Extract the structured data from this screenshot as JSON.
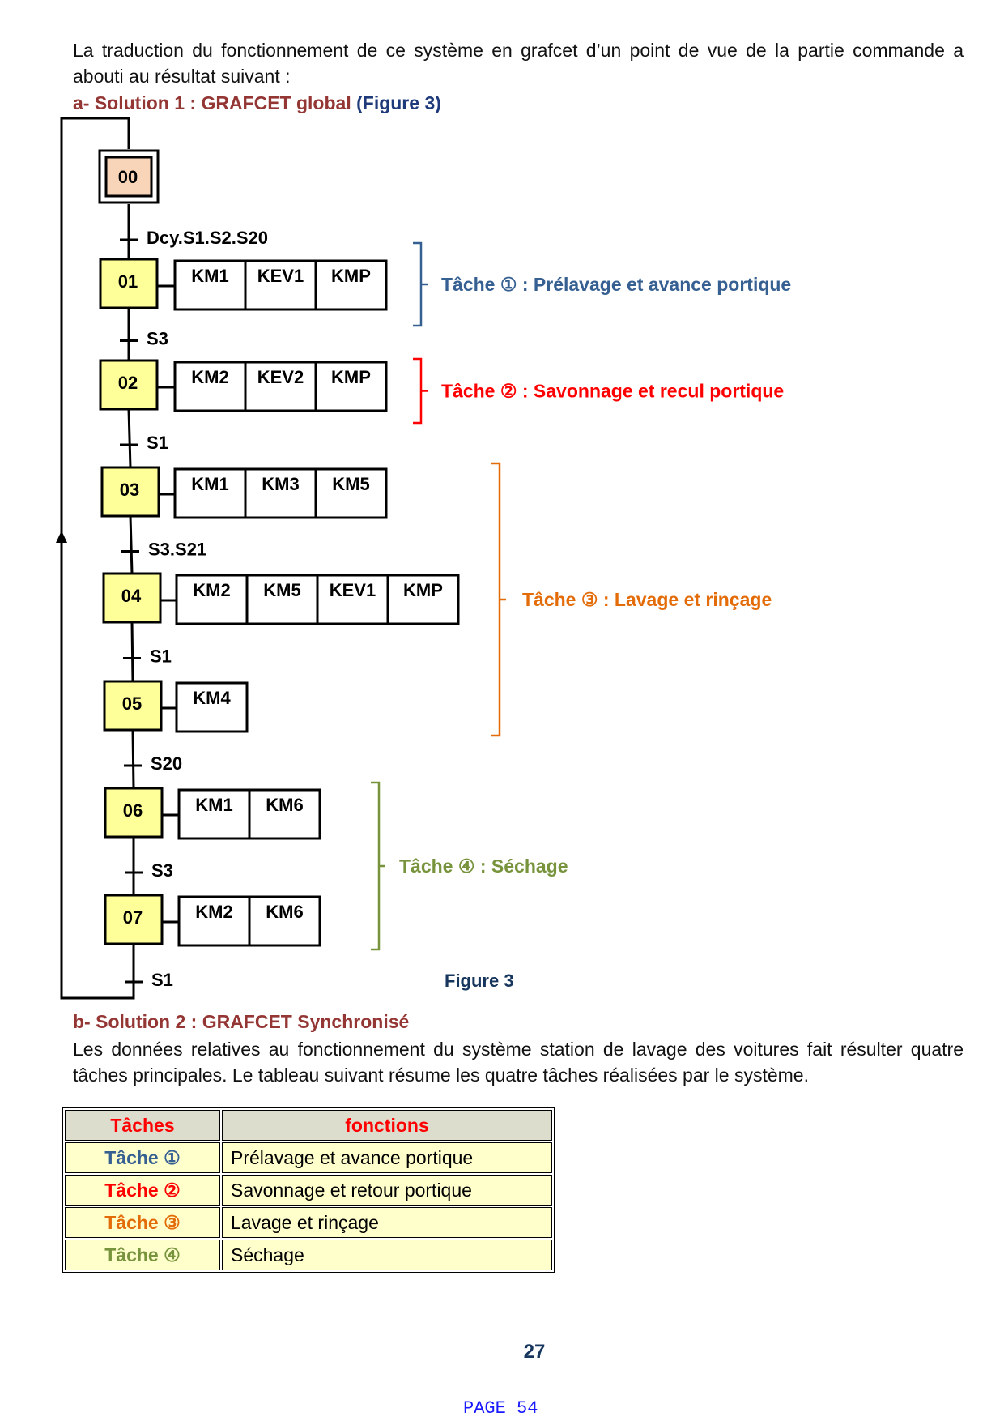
{
  "intro": {
    "paragraph": "La traduction du fonctionnement de ce système en grafcet d’un point de vue de la partie commande a abouti au résultat suivant :",
    "solution1_heading": "a- Solution 1 : GRAFCET global",
    "solution1_figref": "(Figure 3)"
  },
  "grafcet": {
    "figure_caption": "Figure 3",
    "steps": [
      {
        "id": "00",
        "initial": true,
        "actions": []
      },
      {
        "id": "01",
        "initial": false,
        "actions": [
          "KM1",
          "KEV1",
          "KMP"
        ]
      },
      {
        "id": "02",
        "initial": false,
        "actions": [
          "KM2",
          "KEV2",
          "KMP"
        ]
      },
      {
        "id": "03",
        "initial": false,
        "actions": [
          "KM1",
          "KM3",
          "KM5"
        ]
      },
      {
        "id": "04",
        "initial": false,
        "actions": [
          "KM2",
          "KM5",
          "KEV1",
          "KMP"
        ]
      },
      {
        "id": "05",
        "initial": false,
        "actions": [
          "KM4"
        ]
      },
      {
        "id": "06",
        "initial": false,
        "actions": [
          "KM1",
          "KM6"
        ]
      },
      {
        "id": "07",
        "initial": false,
        "actions": [
          "KM2",
          "KM6"
        ]
      }
    ],
    "transitions": [
      "Dcy.S1.S2.S20",
      "S3",
      "S1",
      "S3.S21",
      "S1",
      "S20",
      "S3",
      "S1"
    ],
    "tasks": [
      {
        "label": "Tâche ① : Prélavage et avance portique",
        "color": "#376092",
        "from_step": 1,
        "to_step": 1
      },
      {
        "label": "Tâche ② : Savonnage et recul portique",
        "color": "#ff0000",
        "from_step": 2,
        "to_step": 2
      },
      {
        "label": "Tâche ③ : Lavage et rinçage",
        "color": "#e36c09",
        "from_step": 3,
        "to_step": 5
      },
      {
        "label": "Tâche ④ : Séchage",
        "color": "#77933c",
        "from_step": 6,
        "to_step": 7
      }
    ],
    "colors": {
      "initial_step_fill": "#f8d4b8",
      "step_fill": "#ffff99"
    }
  },
  "solution2": {
    "heading": "b- Solution 2 : GRAFCET Synchronisé",
    "paragraph": "Les données relatives au fonctionnement du système station de lavage des voitures fait résulter quatre tâches principales. Le tableau suivant résume les quatre tâches réalisées par le système."
  },
  "table": {
    "headers": [
      "Tâches",
      "fonctions"
    ],
    "rows": [
      {
        "task": "Tâche ①",
        "function": "Prélavage et avance portique",
        "color": "#376092"
      },
      {
        "task": "Tâche ②",
        "function": "Savonnage et retour portique",
        "color": "#ff0000"
      },
      {
        "task": "Tâche ③",
        "function": "Lavage et rinçage",
        "color": "#e36c09"
      },
      {
        "task": "Tâche ④",
        "function": "Séchage",
        "color": "#77933c"
      }
    ]
  },
  "footer": {
    "page_number": "27",
    "page_label": "PAGE 54"
  }
}
